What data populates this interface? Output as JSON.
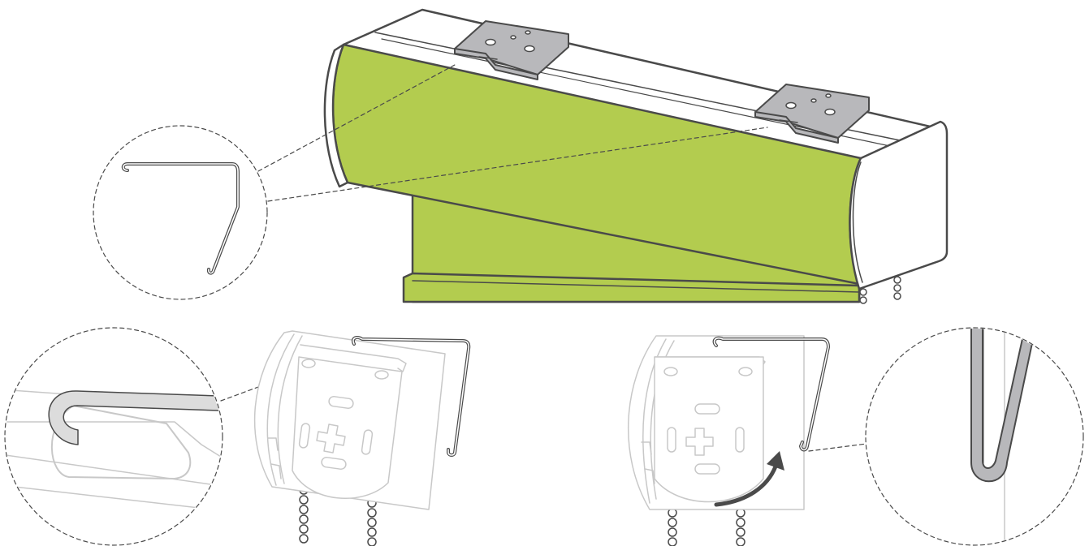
{
  "colors": {
    "fabric": "#b3cc4f",
    "outline": "#4a4a4a",
    "bracket": "#b8b8bb",
    "ghost": "#c8c8c8",
    "arrow": "#4a4a4a",
    "background": "#ffffff"
  },
  "figure": {
    "panels": [
      {
        "name": "cassette-overview",
        "caption": ""
      },
      {
        "name": "clip-hook-closeup",
        "caption": ""
      },
      {
        "name": "clip-engaged-rotate",
        "caption": ""
      }
    ]
  }
}
